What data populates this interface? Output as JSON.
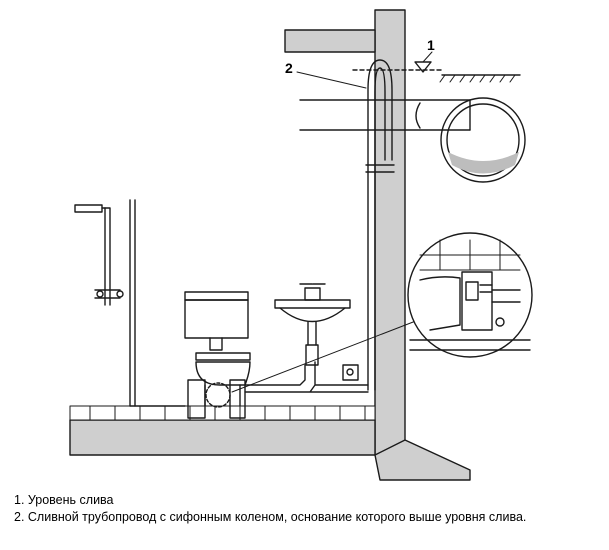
{
  "callouts": {
    "one": "1",
    "two": "2"
  },
  "legend": [
    "1. Уровень слива",
    "2. Сливной трубопровод с сифонным коленом, основание которого выше уровня слива."
  ],
  "colors": {
    "line": "#1a1a1a",
    "wall_fill": "#cfcfcf",
    "water": "#bdbdbd"
  }
}
